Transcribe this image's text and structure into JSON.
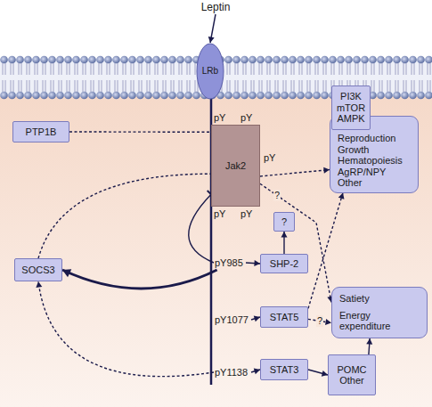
{
  "diagram": {
    "nodes": [
      {
        "text": [
          "Leptin"
        ]
      },
      {
        "text": [
          "LRb"
        ]
      },
      {
        "text": [
          "PTP1B"
        ]
      },
      {
        "text": [
          "Jak2"
        ]
      },
      {
        "text": [
          "PI3K mTOR AMPK"
        ]
      },
      {
        "text": [
          "Reproduction Growth Hematopoiesis AgRP/NPY Other"
        ]
      },
      {
        "text": [
          "?"
        ]
      },
      {
        "text": [
          "SHP-2"
        ]
      },
      {
        "text": [
          "SOCS3"
        ]
      },
      {
        "text": [
          "pY985"
        ]
      },
      {
        "text": [
          "Satiety",
          "Energy expenditure"
        ]
      },
      {
        "text": [
          "STAT5"
        ]
      },
      {
        "text": [
          "pY1077"
        ]
      },
      {
        "text": [
          "STAT3"
        ]
      },
      {
        "text": [
          "pY1138"
        ]
      },
      {
        "text": [
          "POMC Other"
        ]
      }
    ],
    "edges": [
      {
        "from": 0,
        "to": 1,
        "arrow": "to"
      },
      {
        "from": 2,
        "to": 3,
        "arrow": "to"
      },
      {
        "from": 8,
        "to": 3,
        "arrow": "to"
      },
      {
        "from": 9,
        "to": 3,
        "arrow": "to"
      },
      {
        "from": 9,
        "to": 8,
        "arrow": "to"
      },
      {
        "from": 9,
        "to": 7,
        "arrow": "to"
      },
      {
        "from": 7,
        "to": 6,
        "arrow": "to"
      },
      {
        "from": 3,
        "to": 5,
        "arrow": "to"
      },
      {
        "from": 3,
        "to": 10,
        "label": "?",
        "arrow": "to"
      },
      {
        "from": 12,
        "to": 11,
        "arrow": "to"
      },
      {
        "from": 11,
        "to": 5,
        "arrow": "to"
      },
      {
        "from": 11,
        "to": 10,
        "label": "?",
        "arrow": "to"
      },
      {
        "from": 14,
        "to": 13,
        "arrow": "to"
      },
      {
        "from": 14,
        "to": 8,
        "arrow": "to"
      },
      {
        "from": 13,
        "to": 15,
        "arrow": "to"
      },
      {
        "from": 15,
        "to": 10,
        "arrow": "to"
      }
    ],
    "labels": [
      "pY",
      "pY",
      "pY",
      "pY",
      "pY"
    ]
  }
}
